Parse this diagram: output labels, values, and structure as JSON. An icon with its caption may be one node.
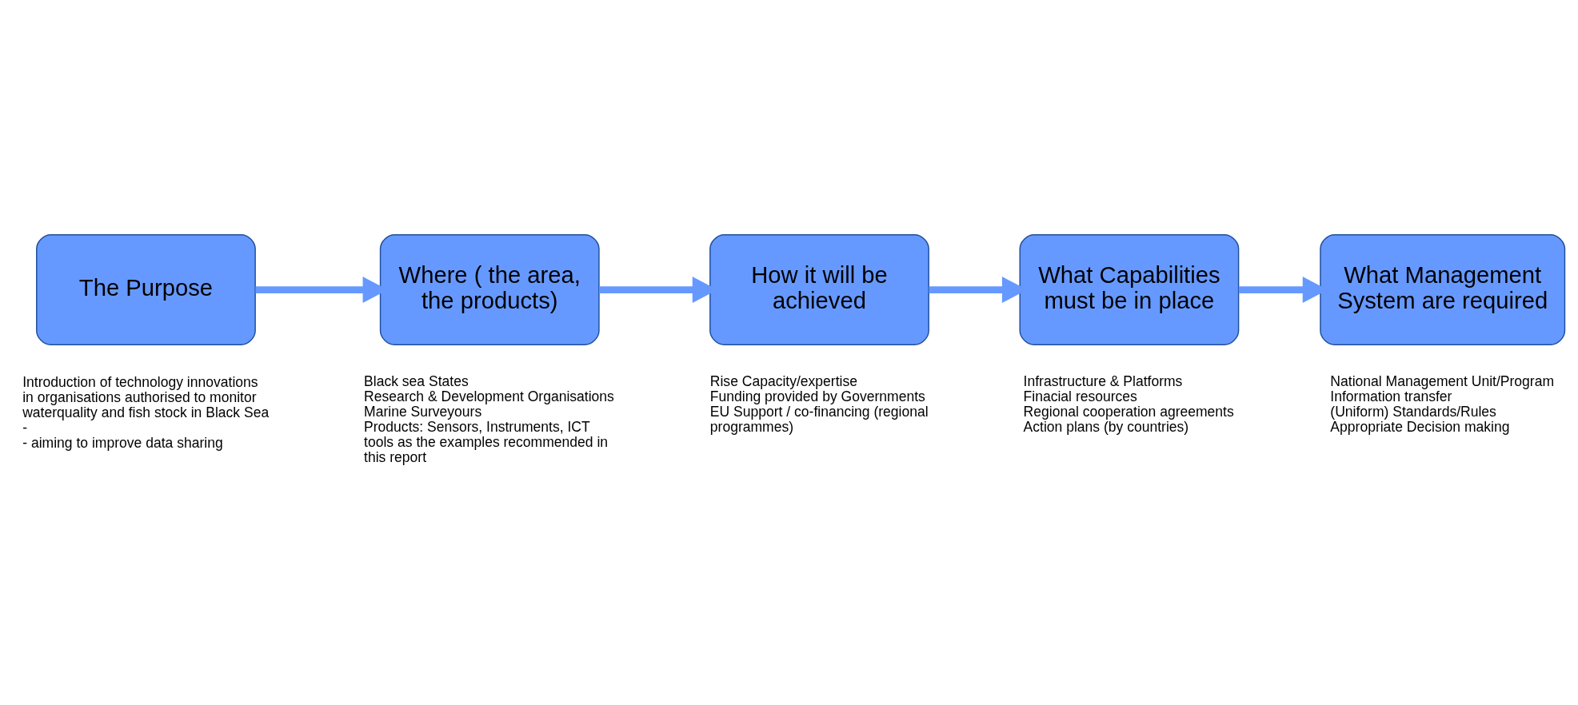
{
  "diagram": {
    "nodes": [
      {
        "text": [
          "The Purpose"
        ],
        "beside": [
          "Introduction of technology innovations in organisations authorised to monitor waterquality and fish stock in Black Sea -",
          "- aiming to improve data sharing"
        ]
      },
      {
        "text": [
          "Where ( the area, the products)"
        ],
        "beside": [
          "Black sea States",
          "Research & Development Organisations",
          "Marine Surveyours",
          "Products: Sensors, Instruments, ICT tools as the examples recommended in this report"
        ]
      },
      {
        "text": [
          "How it will be achieved"
        ],
        "beside": [
          "Rise Capacity/expertise",
          "Funding provided by Governments",
          "EU Support / co-financing (regional programmes)"
        ]
      },
      {
        "text": [
          "What Capabilities must be in place"
        ],
        "beside": [
          "Infrastructure & Platforms",
          "Finacial resources",
          "Regional cooperation agreements",
          "Action plans (by countries)"
        ]
      },
      {
        "text": [
          "What Management System are required"
        ],
        "beside": [
          "National Management Unit/Program",
          "Information transfer",
          "(Uniform) Standards/Rules",
          "Appropriate Decision making"
        ]
      }
    ],
    "edges": [
      {
        "from": 0,
        "to": 1,
        "arrow": "to"
      },
      {
        "from": 1,
        "to": 2,
        "arrow": "to"
      },
      {
        "from": 2,
        "to": 3,
        "arrow": "to"
      },
      {
        "from": 3,
        "to": 4,
        "arrow": "to"
      }
    ]
  }
}
